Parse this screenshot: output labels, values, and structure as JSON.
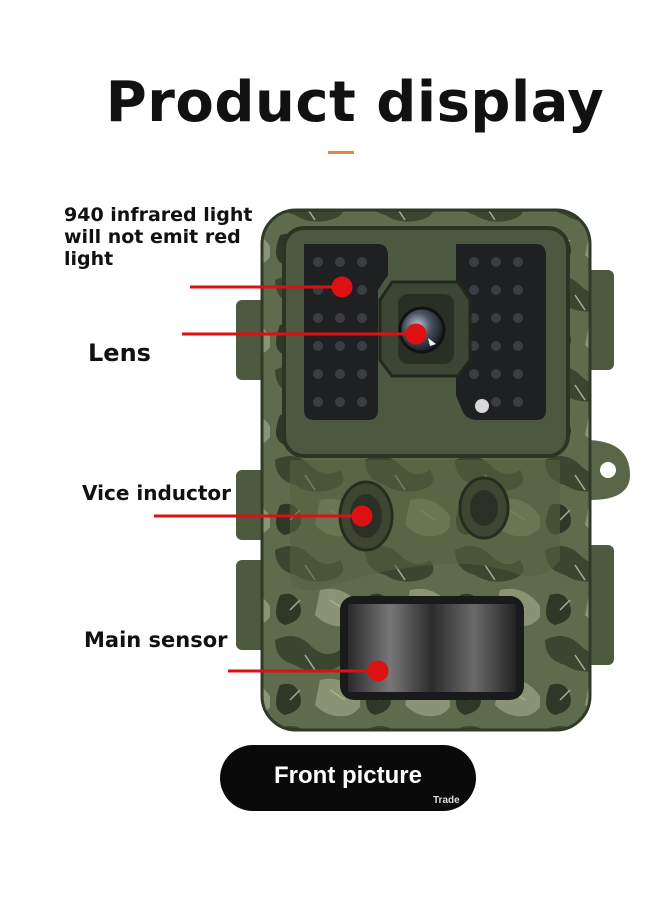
{
  "title": "Product display",
  "callouts": {
    "infrared": "940 infrared light will not emit red light",
    "lens": "Lens",
    "vice": "Vice inductor",
    "main": "Main sensor"
  },
  "button": {
    "label": "Front picture",
    "tail": "Trade"
  },
  "colors": {
    "accent_rule": "#e08a3a",
    "pointer": "#dd1111",
    "camo_dark": "#3a4a32",
    "camo_light": "#7f8d6a"
  }
}
